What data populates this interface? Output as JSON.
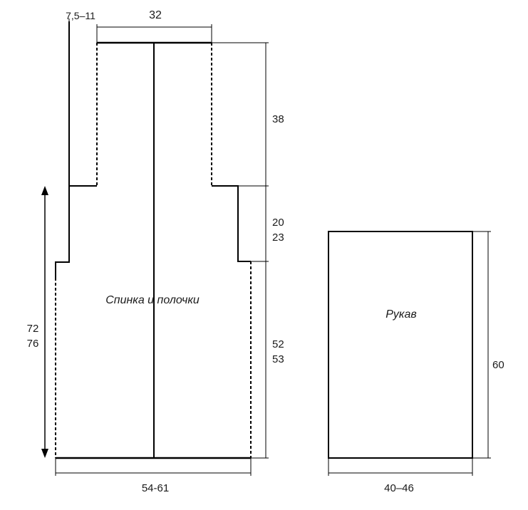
{
  "back_and_fronts": {
    "title": "Спинка и полочки",
    "labels": {
      "shoulder_width": "7,5–11",
      "neck_width": "32",
      "neck_depth": "38",
      "armhole_depth_a": "20",
      "armhole_depth_b": "23",
      "side_length_a": "52",
      "side_length_b": "53",
      "total_length_a": "72",
      "total_length_b": "76",
      "width": "54-61"
    }
  },
  "sleeve": {
    "title": "Рукав",
    "labels": {
      "length": "60",
      "width": "40–46"
    }
  },
  "colors": {
    "line": "#000000",
    "text": "#1a1a1a"
  }
}
